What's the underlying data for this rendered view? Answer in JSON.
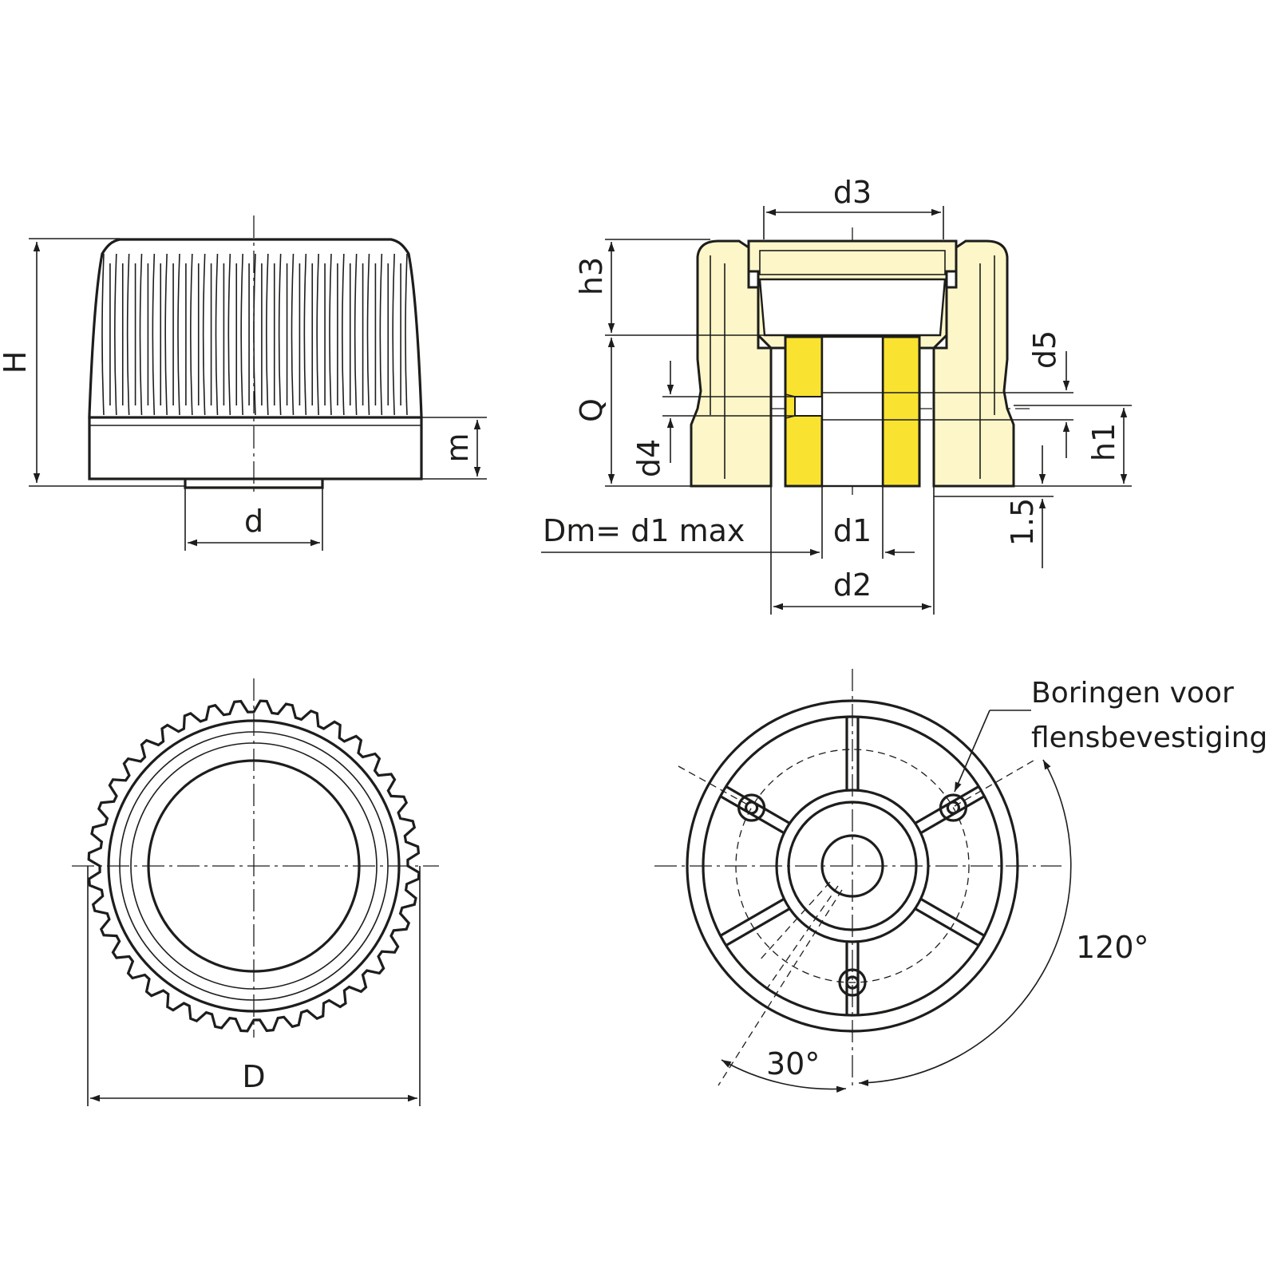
{
  "drawing": {
    "labels": {
      "H": "H",
      "m": "m",
      "d": "d",
      "d3": "d3",
      "h3": "h3",
      "Q": "Q",
      "d4": "d4",
      "d5": "d5",
      "h1": "h1",
      "d1": "d1",
      "d2": "d2",
      "dm": "Dm= d1 max",
      "gap": "1.5",
      "D": "D",
      "angle_120": "120°",
      "angle_30": "30°"
    },
    "note": {
      "line1": "Boringen voor",
      "line2": "flensbevestiging"
    },
    "colors": {
      "line": "#1d1d1b",
      "body_fill": "#fdf6c8",
      "insert_fill": "#f9e330"
    }
  }
}
